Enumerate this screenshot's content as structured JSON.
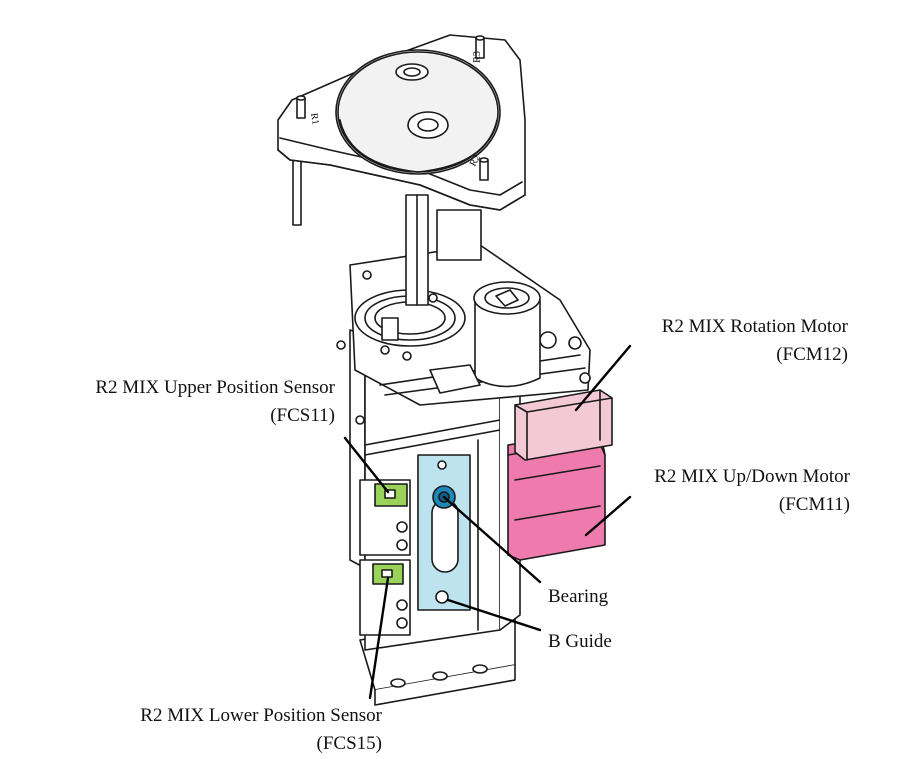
{
  "labels": {
    "rotation_motor": {
      "name": "R2 MIX Rotation Motor",
      "code": "(FCM12)"
    },
    "updown_motor": {
      "name": "R2 MIX Up/Down Motor",
      "code": "(FCM11)"
    },
    "upper_sensor": {
      "name": "R2 MIX Upper Position Sensor",
      "code": "(FCS11)"
    },
    "lower_sensor": {
      "name": "R2 MIX Lower Position Sensor",
      "code": "(FCS15)"
    },
    "bearing": "Bearing",
    "b_guide": "B Guide"
  },
  "plate_marks": {
    "m1": "R1",
    "m2": "R3",
    "m3": "R2"
  },
  "colors": {
    "line": "#1a1a1a",
    "rotation_motor_fill": "#f4c9d6",
    "updown_motor_fill": "#ee7aae",
    "sensor_fill": "#9bd35a",
    "guide_fill": "#bde3ee",
    "bearing_fill": "#1e88b8",
    "body_fill": "#ffffff",
    "disc_fill": "#f2f2f2"
  }
}
